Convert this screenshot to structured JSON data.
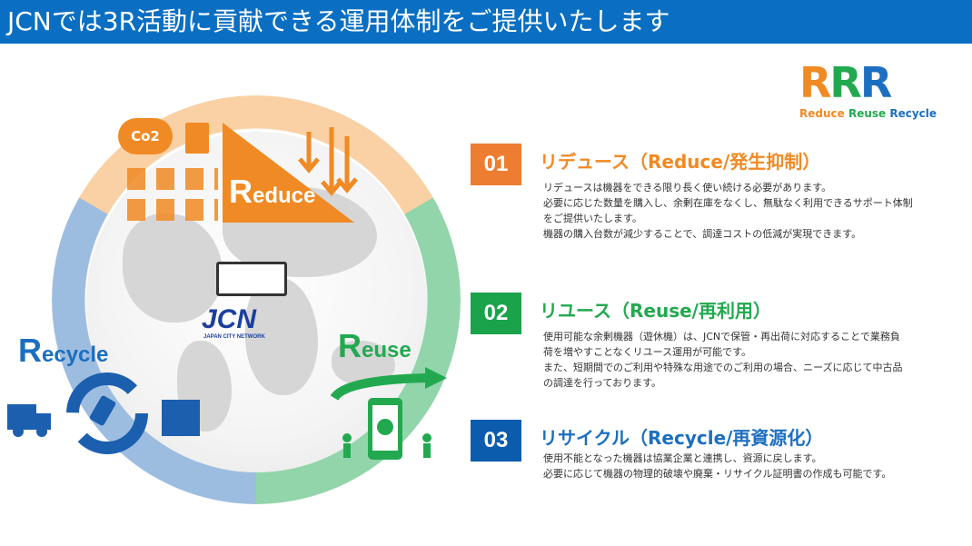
{
  "title": "JCNでは3R活動に貢献できる運用体制をご提供いたします",
  "logo": {
    "letters": "RRR",
    "words": [
      "Reduce",
      "Reuse",
      "Recycle"
    ]
  },
  "diagram": {
    "reduce": {
      "cap": "R",
      "rest": "educe"
    },
    "reuse": {
      "cap": "R",
      "rest": "euse"
    },
    "recycle": {
      "cap": "R",
      "rest": "ecycle"
    },
    "co2": "Co2",
    "center_logo": "JCN",
    "center_sub": "JAPAN CITY NETWORK"
  },
  "sections": [
    {
      "num": "01",
      "heading": "リデュース（Reduce/発生抑制）",
      "color": "#ed7d31",
      "head_color": "#f08a24",
      "lines": [
        "リデュースは機器をできる限り長く使い続ける必要があります。",
        "必要に応じた数量を購入し、余剰在庫をなくし、無駄なく利用できるサポート体制",
        "をご提供いたします。",
        "機器の購入台数が減少することで、調達コストの低減が実現できます。"
      ]
    },
    {
      "num": "02",
      "heading": "リユース（Reuse/再利用）",
      "color": "#1aa34a",
      "head_color": "#22a94f",
      "lines": [
        "使用可能な余剰機器（遊休機）は、JCNで保管・再出荷に対応することで業務負",
        "荷を増やすことなくリユース運用が可能です。",
        "また、短期間でのご利用や特殊な用途でのご利用の場合、ニーズに応じて中古品",
        "の調達を行っております。"
      ]
    },
    {
      "num": "03",
      "heading": "リサイクル（Recycle/再資源化）",
      "color": "#0b5cad",
      "head_color": "#1c6fc0",
      "lines": [
        "使用不能となった機器は協業企業と連携し、資源に戻します。",
        "必要に応じて機器の物理的破壊や廃棄・リサイクル証明書の作成も可能です。"
      ]
    }
  ]
}
